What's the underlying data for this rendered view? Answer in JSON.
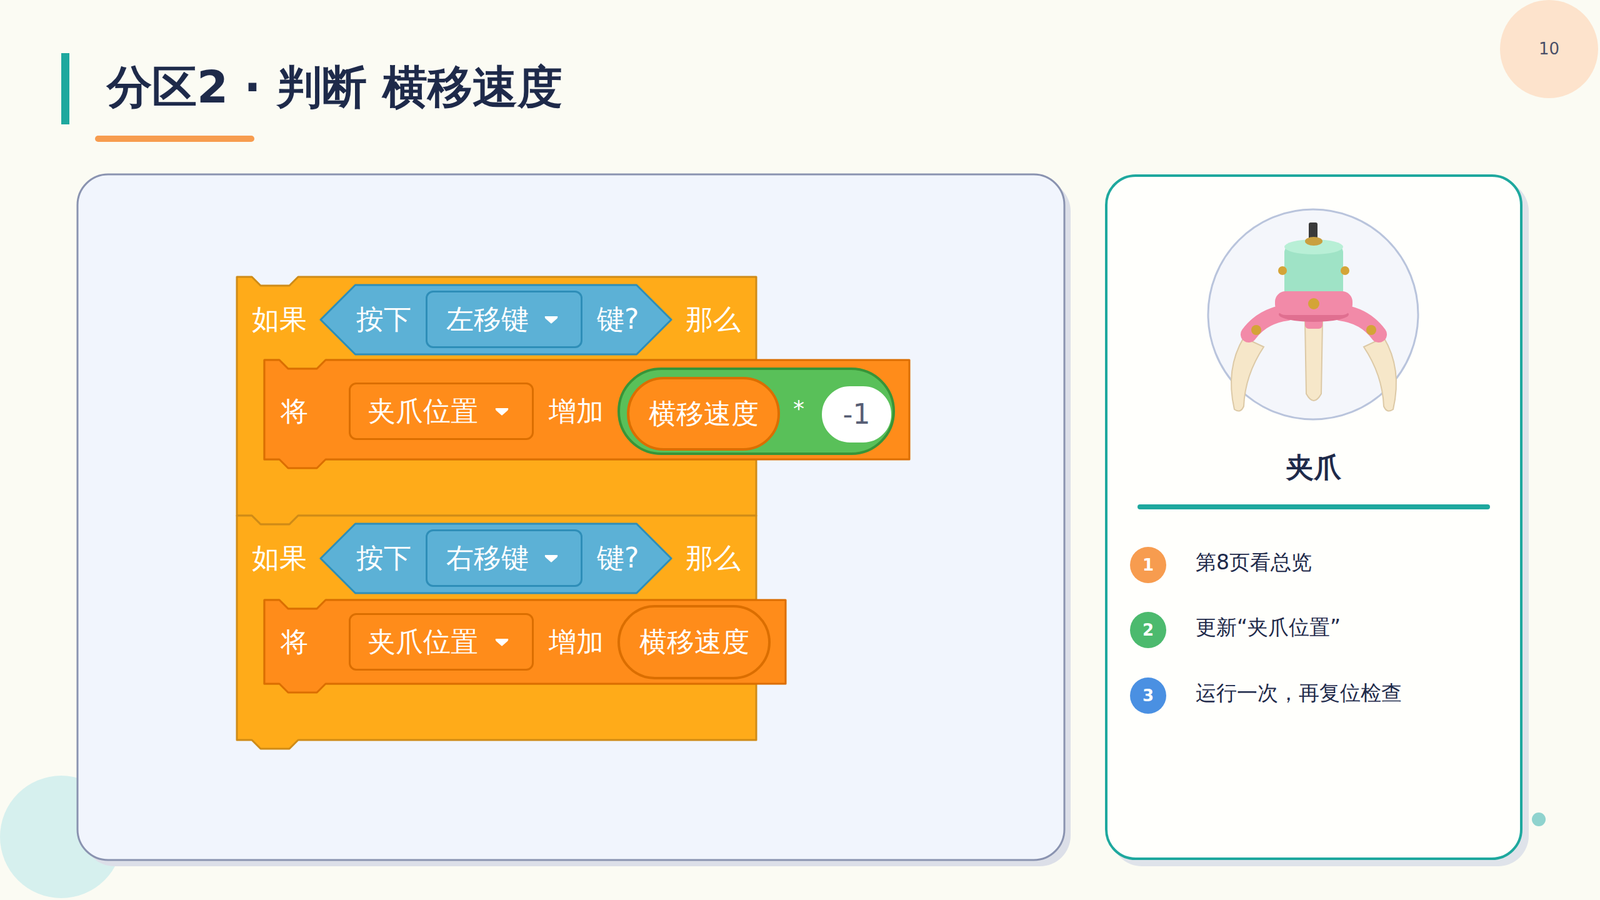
{
  "diagram": {
    "title": "分区2 · 判断 横移速度",
    "nodes": [
      {
        "text": [
          "10"
        ]
      },
      {
        "text": [
          "如果",
          "那么"
        ]
      },
      {
        "text": [
          "按下",
          "键?"
        ],
        "in": 1
      },
      {
        "text": [
          "左移键"
        ],
        "in": 2
      },
      {
        "text": [
          "将",
          "增加"
        ],
        "in": 1
      },
      {
        "text": [
          "夹爪位置"
        ],
        "in": 4
      },
      {
        "text": [
          "*"
        ],
        "in": 4
      },
      {
        "text": [
          "横移速度"
        ],
        "in": 6
      },
      {
        "text": [
          "-1"
        ],
        "in": 6
      },
      {
        "text": [
          "如果",
          "那么"
        ]
      },
      {
        "text": [
          "按下",
          "键?"
        ],
        "in": 9
      },
      {
        "text": [
          "右移键"
        ],
        "in": 10
      },
      {
        "text": [
          "将",
          "增加"
        ],
        "in": 9
      },
      {
        "text": [
          "夹爪位置"
        ],
        "in": 12
      },
      {
        "text": [
          "横移速度"
        ],
        "in": 12
      },
      {
        "text": [
          "夹爪"
        ]
      },
      {
        "text": [
          "1"
        ],
        "in": 15
      },
      {
        "text": [
          "2"
        ],
        "in": 15
      },
      {
        "text": [
          "3"
        ],
        "in": 15
      }
    ],
    "labels": [
      "第8页看总览",
      "更新“夹爪位置”",
      "运行一次，再复位检查"
    ]
  }
}
